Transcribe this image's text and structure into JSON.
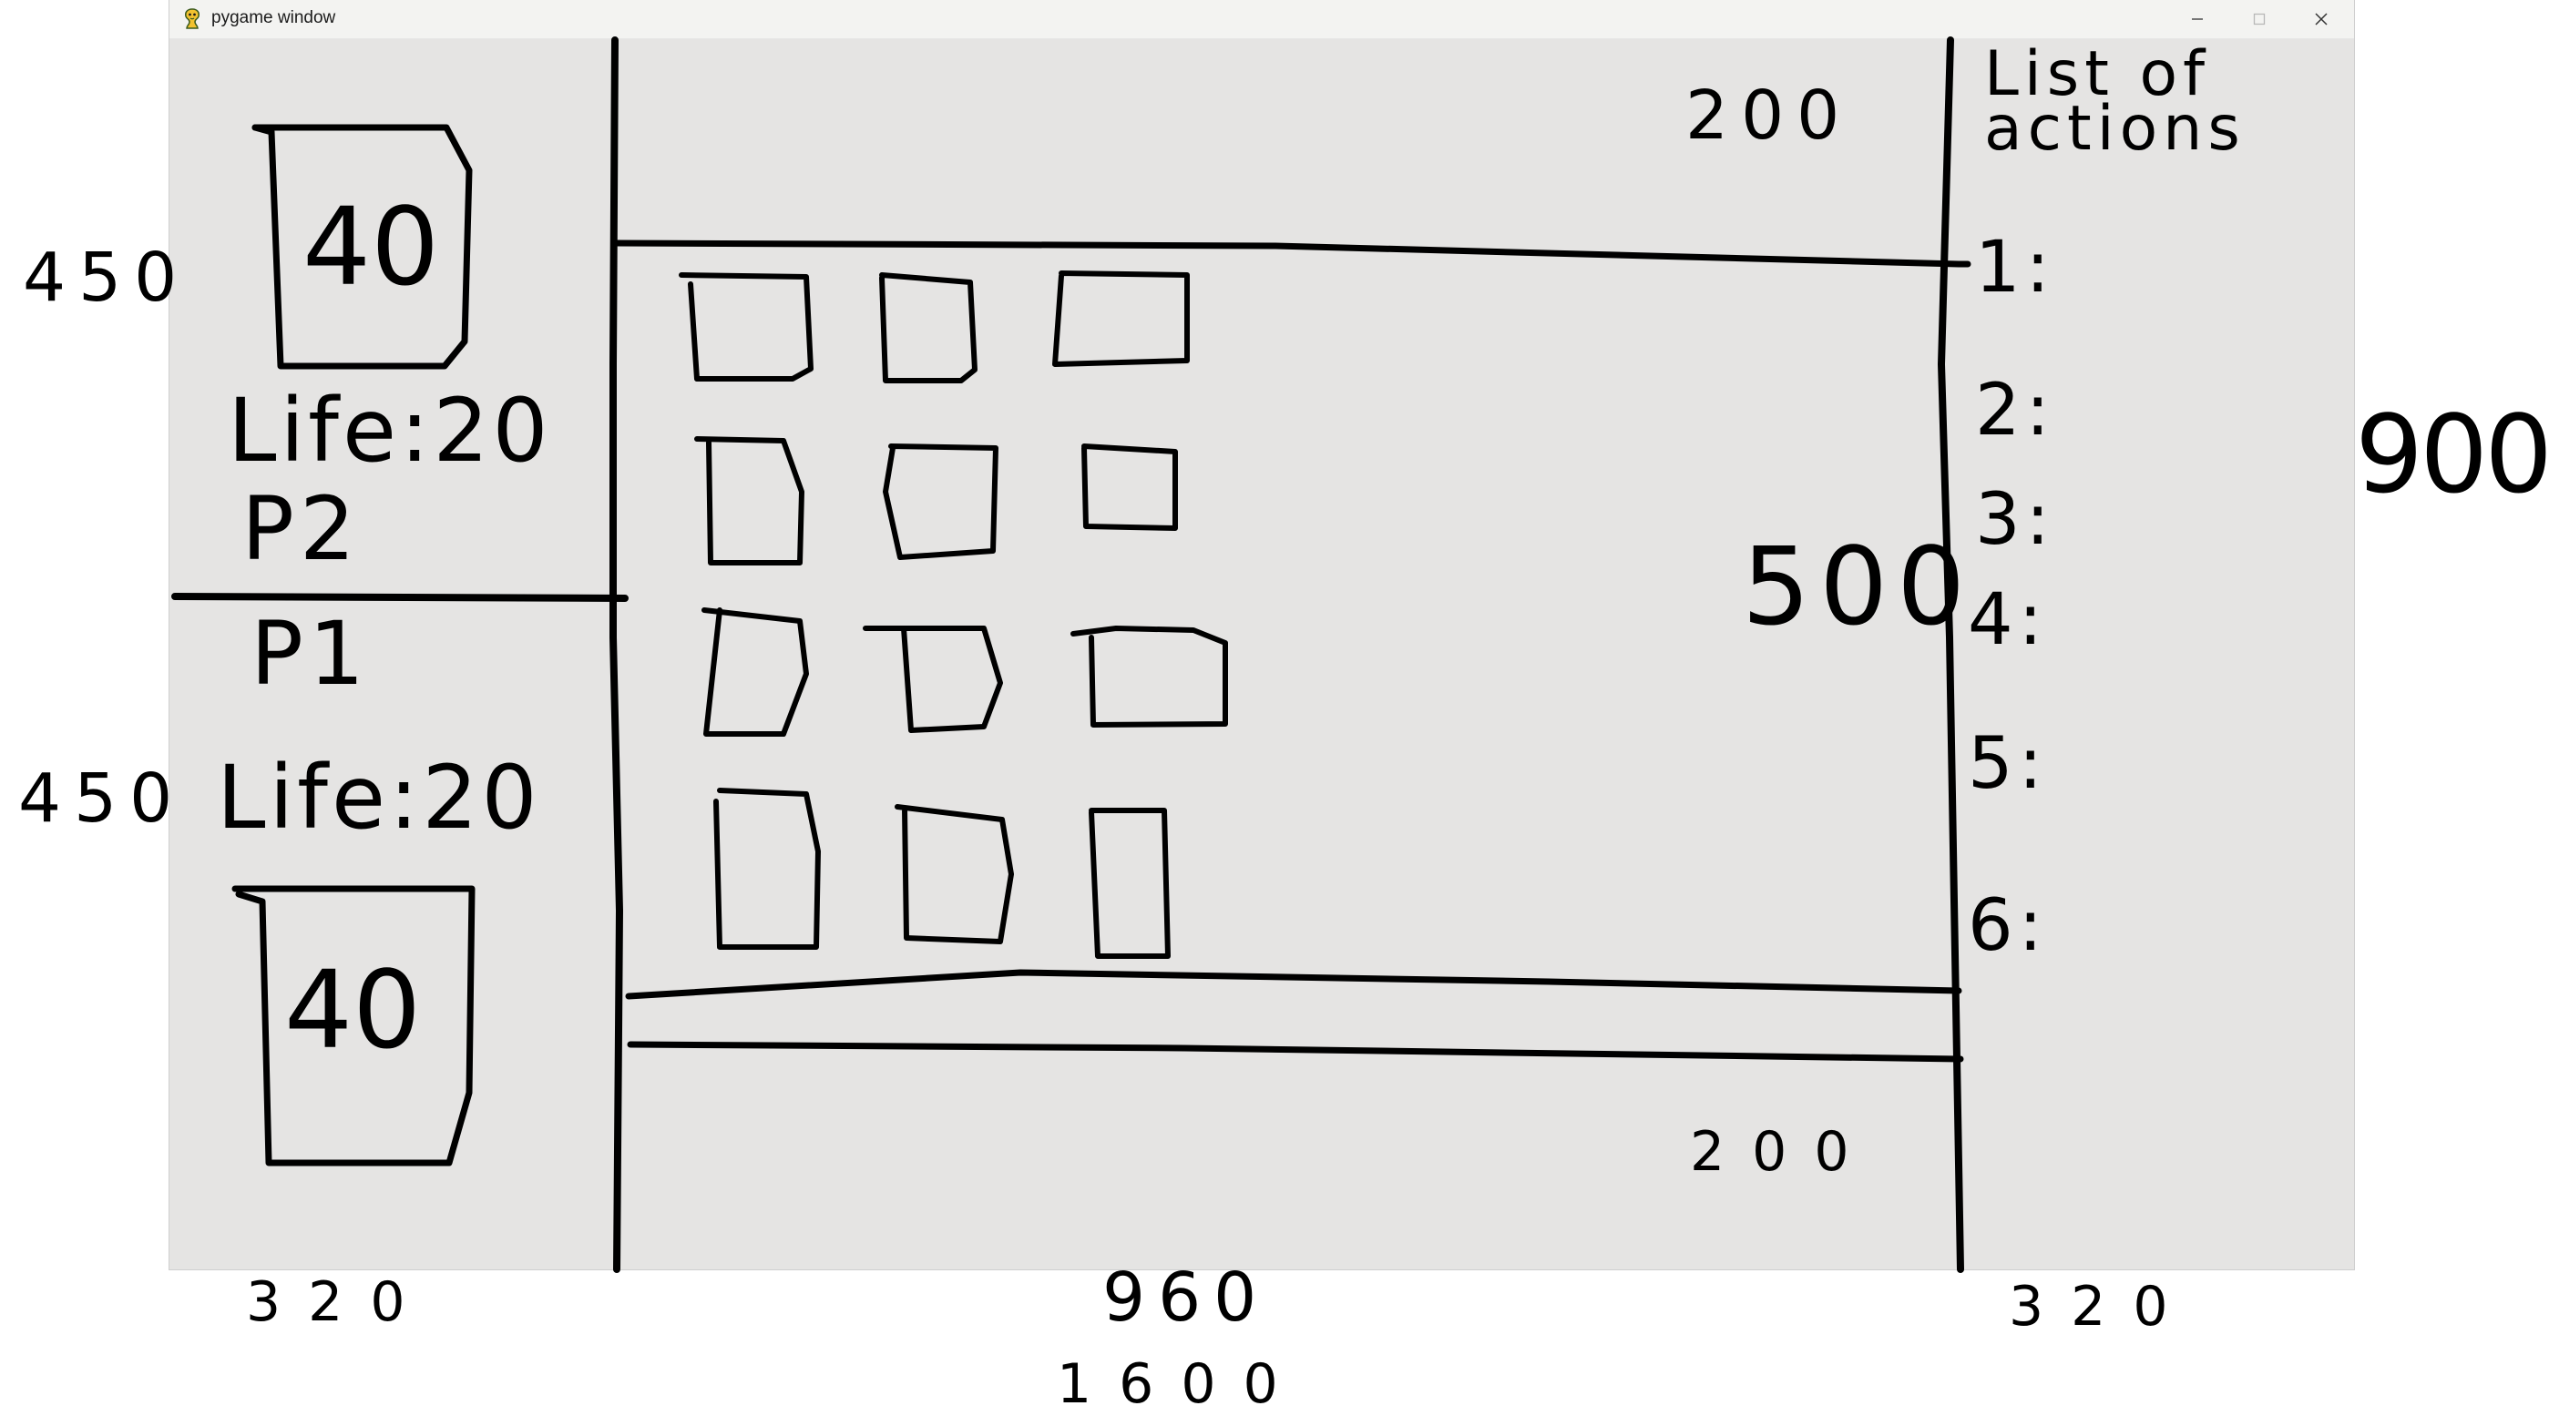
{
  "window": {
    "title": "pygame window",
    "controls": [
      "minimize",
      "maximize",
      "close"
    ]
  },
  "sketch": {
    "left_panel": {
      "top_card_value": "40",
      "top_life": "Life:20",
      "top_player": "P2",
      "bottom_player": "P1",
      "bottom_life": "Life:20",
      "bottom_card_value": "40"
    },
    "board": {
      "top_zone_height": "200",
      "middle_zone_height": "500",
      "bottom_zone_height": "200",
      "card_rows": 4,
      "cards_per_row": 3
    },
    "actions": {
      "title": "List of actions",
      "items": [
        "1:",
        "2:",
        "3:",
        "4:",
        "5:",
        "6:"
      ]
    },
    "dimensions": {
      "left_top": "450",
      "left_bottom": "450",
      "right_total": "900",
      "bottom_left": "320",
      "bottom_middle": "960",
      "bottom_right": "320",
      "bottom_total": "1600"
    }
  }
}
